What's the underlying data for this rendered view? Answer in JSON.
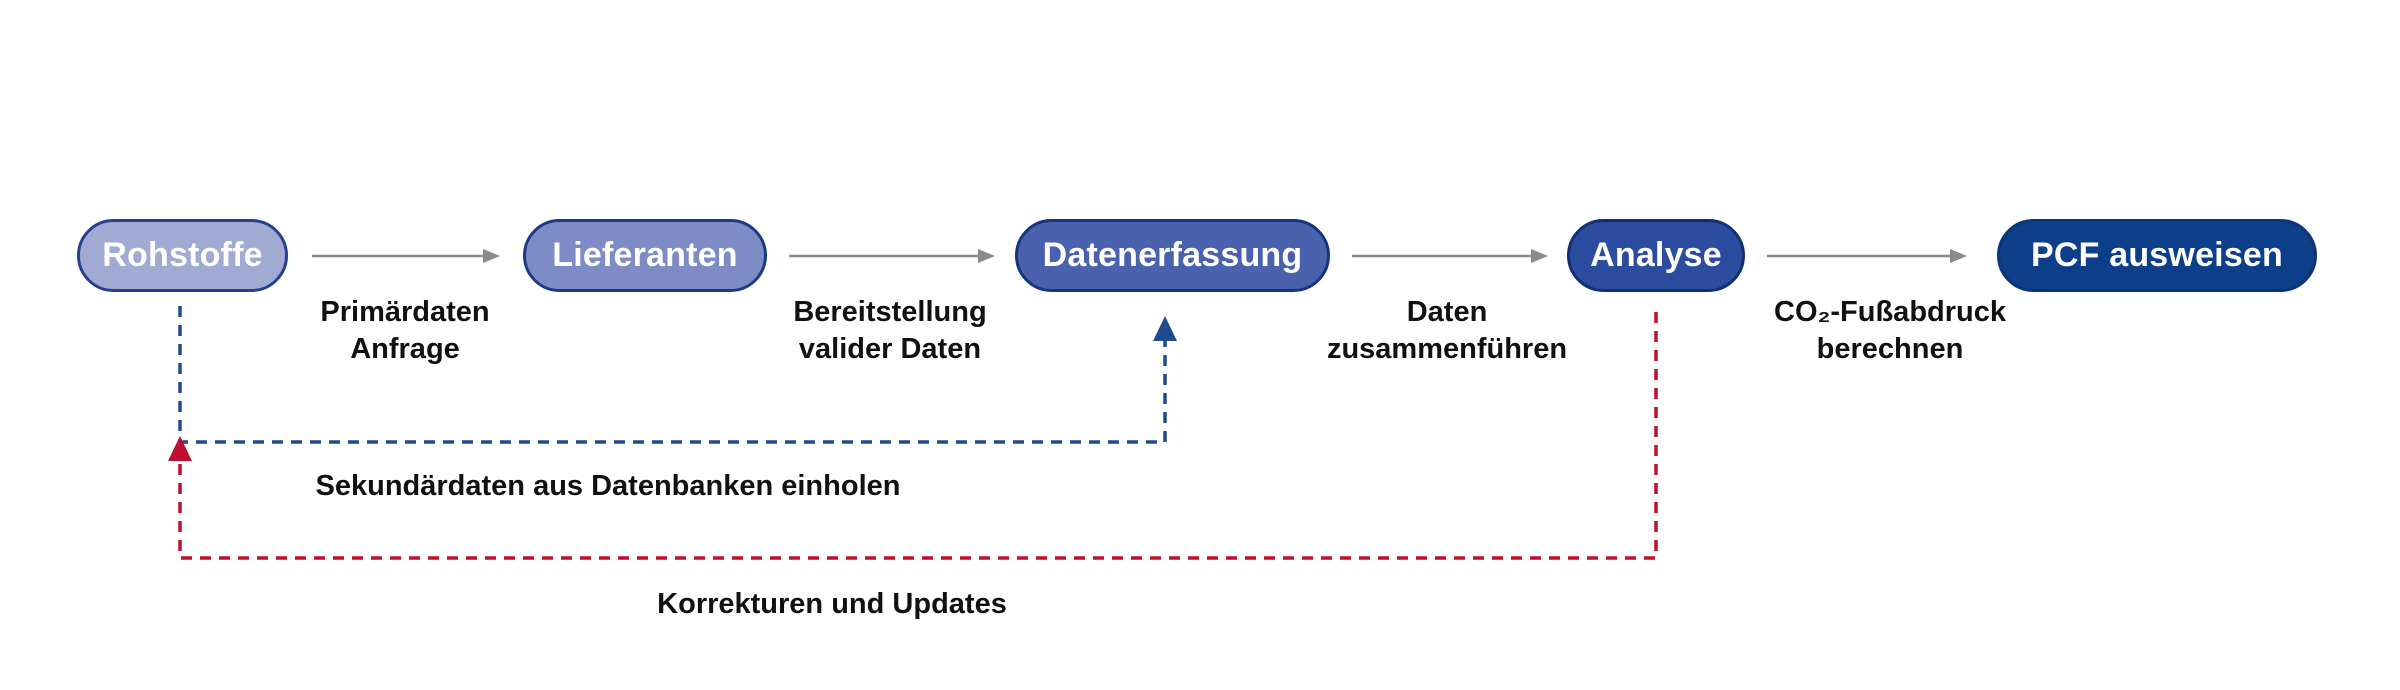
{
  "colors": {
    "flow_arrow": "#8b8b8b",
    "secondary_loop": "#1e4b8f",
    "correction_loop": "#c00e2f",
    "label_text": "#111111",
    "node_text": "#ffffff"
  },
  "nodes": [
    {
      "id": "rohstoffe",
      "label": "Rohstoffe",
      "fill": "#a0aad3",
      "border": "#24418c"
    },
    {
      "id": "lieferanten",
      "label": "Lieferanten",
      "fill": "#7d8cc4",
      "border": "#1e3a86"
    },
    {
      "id": "datenerfassung",
      "label": "Datenerfassung",
      "fill": "#4a62ad",
      "border": "#16357e"
    },
    {
      "id": "analyse",
      "label": "Analyse",
      "fill": "#2c4c9f",
      "border": "#122f73"
    },
    {
      "id": "pcf",
      "label": "PCF ausweisen",
      "fill": "#0c3e8a",
      "border": "#0a3578"
    }
  ],
  "edges": [
    {
      "from": "Rohstoffe",
      "to": "Lieferanten",
      "label_line1": "Primärdaten",
      "label_line2": "Anfrage"
    },
    {
      "from": "Lieferanten",
      "to": "Datenerfassung",
      "label_line1": "Bereitstellung",
      "label_line2": "valider Daten"
    },
    {
      "from": "Datenerfassung",
      "to": "Analyse",
      "label_line1": "Daten",
      "label_line2": "zusammenführen"
    },
    {
      "from": "Analyse",
      "to": "PCF ausweisen",
      "label_line1": "CO₂-Fußabdruck",
      "label_line2": "berechnen"
    }
  ],
  "feedback_loops": [
    {
      "id": "secondary-data",
      "from": "Rohstoffe",
      "to": "Datenerfassung",
      "label": "Sekundärdaten aus Datenbanken einholen",
      "color": "#1e4b8f",
      "style": "dashed"
    },
    {
      "id": "corrections",
      "from": "Analyse",
      "to": "Rohstoffe",
      "label": "Korrekturen und Updates",
      "color": "#c00e2f",
      "style": "dashed"
    }
  ]
}
